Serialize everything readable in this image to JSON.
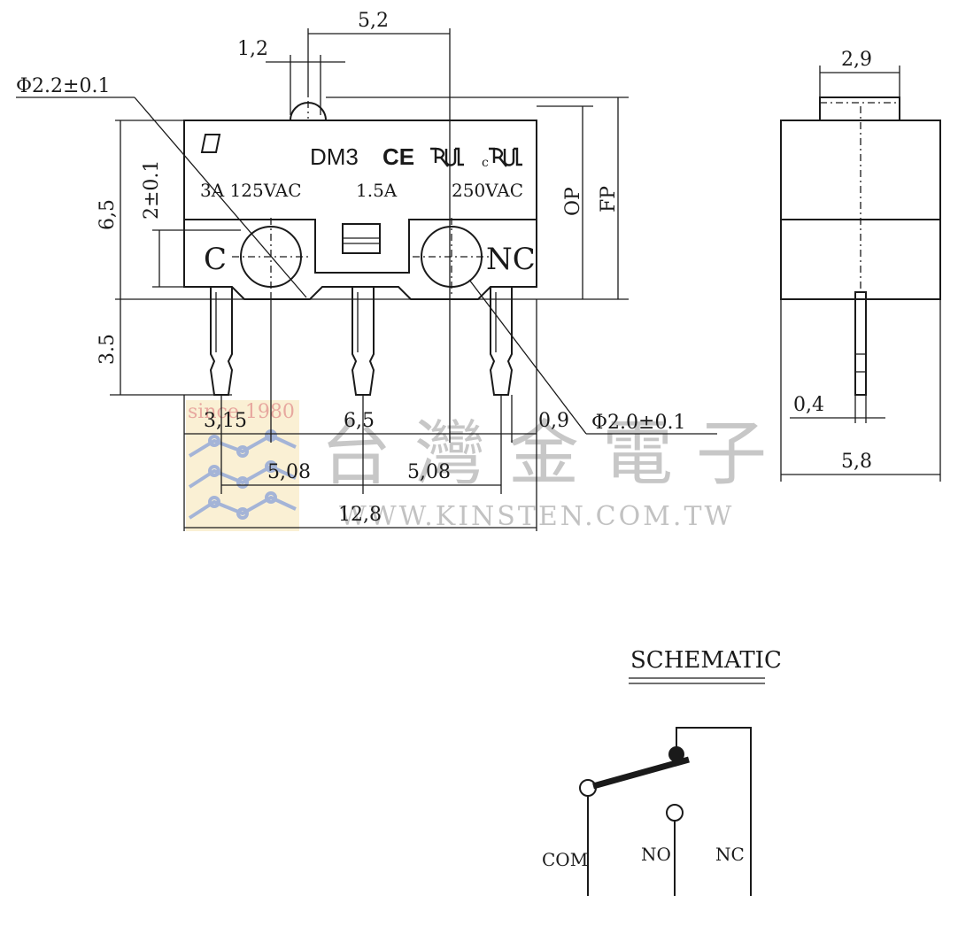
{
  "front_view": {
    "model": "DM3",
    "rating_left": "3A 125VAC",
    "rating_mid": "1.5A",
    "rating_right": "250VAC",
    "terminal_c": "C",
    "terminal_nc": "NC",
    "cert_ce": "CE"
  },
  "dimensions": {
    "actuator_offset": "5,2",
    "actuator_width": "1,2",
    "hole_top": "Φ2.2±0.1",
    "body_height": "6,5",
    "hole_height": "2±0.1",
    "op": "OP",
    "fp": "FP",
    "pin_length": "3.5",
    "pin_offset_left": "3,15",
    "pin_offset_mid": "6,5",
    "pin_width": "0,9",
    "hole_bottom": "Φ2.0±0.1",
    "pitch_left": "5,08",
    "pitch_right": "5,08",
    "total_length": "12,8"
  },
  "side_view": {
    "actuator_width": "2,9",
    "pin_thickness": "0,4",
    "body_width": "5,8"
  },
  "watermark": {
    "since": "since 1980",
    "chinese": "台灣金電子",
    "url": "WWW.KINSTEN.COM.TW"
  },
  "schematic": {
    "title": "SCHEMATIC",
    "com": "COM",
    "no": "NO",
    "nc": "NC"
  }
}
